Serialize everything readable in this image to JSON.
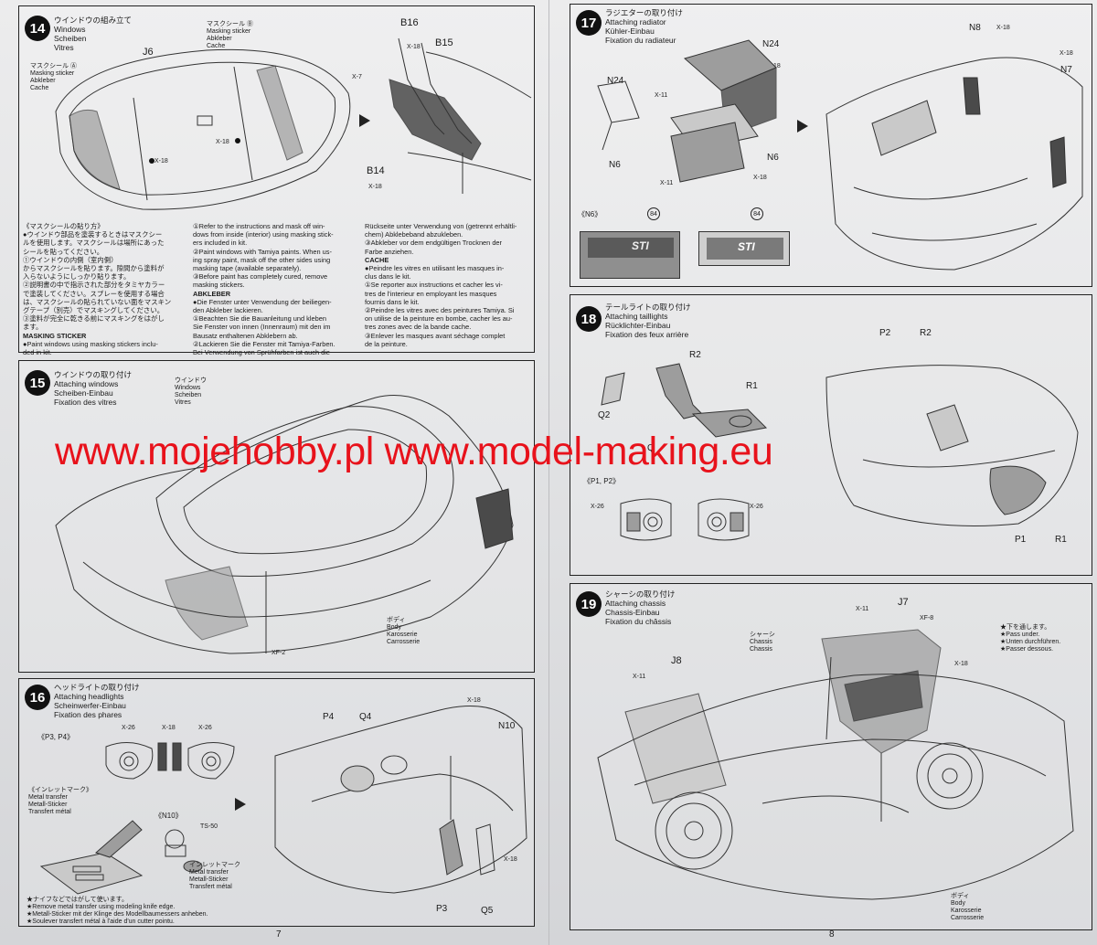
{
  "pages": {
    "left_number": "7",
    "right_number": "8"
  },
  "watermark": "www.mojehobby.pl www.model-making.eu",
  "step14": {
    "num": "14",
    "title_jp": "ウインドウの組み立て",
    "title_en": "Windows",
    "title_de": "Scheiben",
    "title_fr": "Vitres",
    "mask_b": [
      "マスクシール Ⓑ",
      "Masking sticker",
      "Abkleber",
      "Cache"
    ],
    "mask_a": [
      "マスクシール Ⓐ",
      "Masking sticker",
      "Abkleber",
      "Cache"
    ],
    "part_j6": "J6",
    "part_b16": "B16",
    "part_b15": "B15",
    "part_b14": "B14",
    "x18": "X-18",
    "x7": "X-7",
    "notes_jp": [
      "《マスクシールの貼り方》",
      "●ウインドウ部品を塗装するときはマスクシー",
      "ルを使用します。マスクシールは場所にあった",
      "シールを貼ってください。",
      "①ウインドウの内側（室内側）",
      "からマスクシールを貼ります。隙間から塗料が",
      "入らないようにしっかり貼ります。",
      "②説明書の中で指示された部分をタミヤカラー",
      "で塗装してください。スプレーを使用する場合",
      "は、マスクシールの貼られていない面をマスキン",
      "グテープ（別売）でマスキングしてください。",
      "③塗料が完全に乾きる前にマスキングをはがし",
      "ます。"
    ],
    "notes_en_head": "MASKING STICKER",
    "notes_en": [
      "●Paint windows using masking stickers inclu-",
      "ded in kit.",
      "①Refer to the instructions and mask off win-",
      "dows from inside (interior) using masking stick-",
      "ers included in kit.",
      "②Paint windows with Tamiya paints. When us-",
      "ing spray paint, mask off the other sides using",
      "masking tape (available separately).",
      "③Before paint has completely cured, remove",
      "masking stickers."
    ],
    "notes_de_head": "ABKLEBER",
    "notes_de": [
      "●Die Fenster unter Verwendung der beiliegen-",
      "den Abkleber lackieren.",
      "①Beachten Sie die Bauanleitung und kleben",
      "Sie Fenster von innen (Innenraum) mit den im",
      "Bausatz enthaltenen Abklebern ab.",
      "②Lackieren Sie die Fenster mit Tamiya-Farben.",
      "Bei Verwendung von Sprühfarben ist auch die"
    ],
    "notes_de2": [
      "Rückseite unter Verwendung von (getrennt erhältli-",
      "chem) Abklebeband abzukleben.",
      "③Abkleber vor dem endgültigen Trocknen der",
      "Farbe anziehen."
    ],
    "notes_fr_head": "CACHE",
    "notes_fr": [
      "●Peindre les vitres en utilisant les masques in-",
      "clus dans le kit.",
      "①Se reporter aux instructions et cacher les vi-",
      "tres de l'interieur en employant les masques",
      "fournis dans le kit.",
      "②Peindre les vitres avec des peintures Tamiya. Si",
      "on utilise de la peinture en bombe, cacher les au-",
      "tres zones avec de la bande cache.",
      "③Enlever les masques avant séchage complet",
      "de la peinture."
    ]
  },
  "step15": {
    "num": "15",
    "title_jp": "ウインドウの取り付け",
    "title_en": "Attaching windows",
    "title_de": "Scheiben-Einbau",
    "title_fr": "Fixation des vitres",
    "windows_lbl": [
      "ウインドウ",
      "Windows",
      "Scheiben",
      "Vitres"
    ],
    "body_lbl": [
      "ボディ",
      "Body",
      "Karosserie",
      "Carrosserie"
    ],
    "xf2": "XF-2"
  },
  "step16": {
    "num": "16",
    "title_jp": "ヘッドライトの取り付け",
    "title_en": "Attaching headlights",
    "title_de": "Scheinwerfer-Einbau",
    "title_fr": "Fixation des phares",
    "p3p4": "《P3, P4》",
    "x26": "X-26",
    "x18": "X-18",
    "inlet_lbl": [
      "《インレットマーク》",
      "Metal transfer",
      "Metall-Sticker",
      "Transfert métal"
    ],
    "n10_group": "《N10》",
    "ts50": "TS-50",
    "inlet2_lbl": [
      "インレットマーク",
      "Metal transfer",
      "Metall-Sticker",
      "Transfert métal"
    ],
    "tips": [
      "★ナイフなどではがして使います。",
      "★Remove metal transfer using modeling knife edge.",
      "★Metall-Sticker mit der Klinge des Modellbaumessers anheben.",
      "★Soulever transfert métal à l'aide d'un cutter pointu."
    ],
    "p4": "P4",
    "q4": "Q4",
    "n10": "N10",
    "p3": "P3",
    "q5": "Q5"
  },
  "step17": {
    "num": "17",
    "title_jp": "ラジエターの取り付け",
    "title_en": "Attaching radiator",
    "title_de": "Kühler-Einbau",
    "title_fr": "Fixation du radiateur",
    "n24a": "N24",
    "n24b": "N24",
    "n6a": "N6",
    "n6b": "N6",
    "n6_group": "《N6》",
    "n8": "N8",
    "n7": "N7",
    "x11": "X-11",
    "x18": "X-18",
    "decal": "84",
    "badge": "STI"
  },
  "step18": {
    "num": "18",
    "title_jp": "テールライトの取り付け",
    "title_en": "Attaching taillights",
    "title_de": "Rücklichter-Einbau",
    "title_fr": "Fixation des feux arrière",
    "r2": "R2",
    "r1": "R1",
    "q2": "Q2",
    "q1": "Q",
    "p2": "P2",
    "p1": "P1",
    "p1p2": "《P1, P2》",
    "x26": "X-26"
  },
  "step19": {
    "num": "19",
    "title_jp": "シャーシの取り付け",
    "title_en": "Attaching chassis",
    "title_de": "Chassis-Einbau",
    "title_fr": "Fixation du châssis",
    "j7": "J7",
    "j8": "J8",
    "x11": "X-11",
    "xf8": "XF-8",
    "x18": "X-18",
    "chassis_lbl": [
      "シャーシ",
      "Chassis",
      "Chassis"
    ],
    "pass_lbl": [
      "★下を通します。",
      "★Pass under.",
      "★Unten durchführen.",
      "★Passer dessous."
    ],
    "body_lbl": [
      "ボディ",
      "Body",
      "Karosserie",
      "Carrosserie"
    ]
  }
}
